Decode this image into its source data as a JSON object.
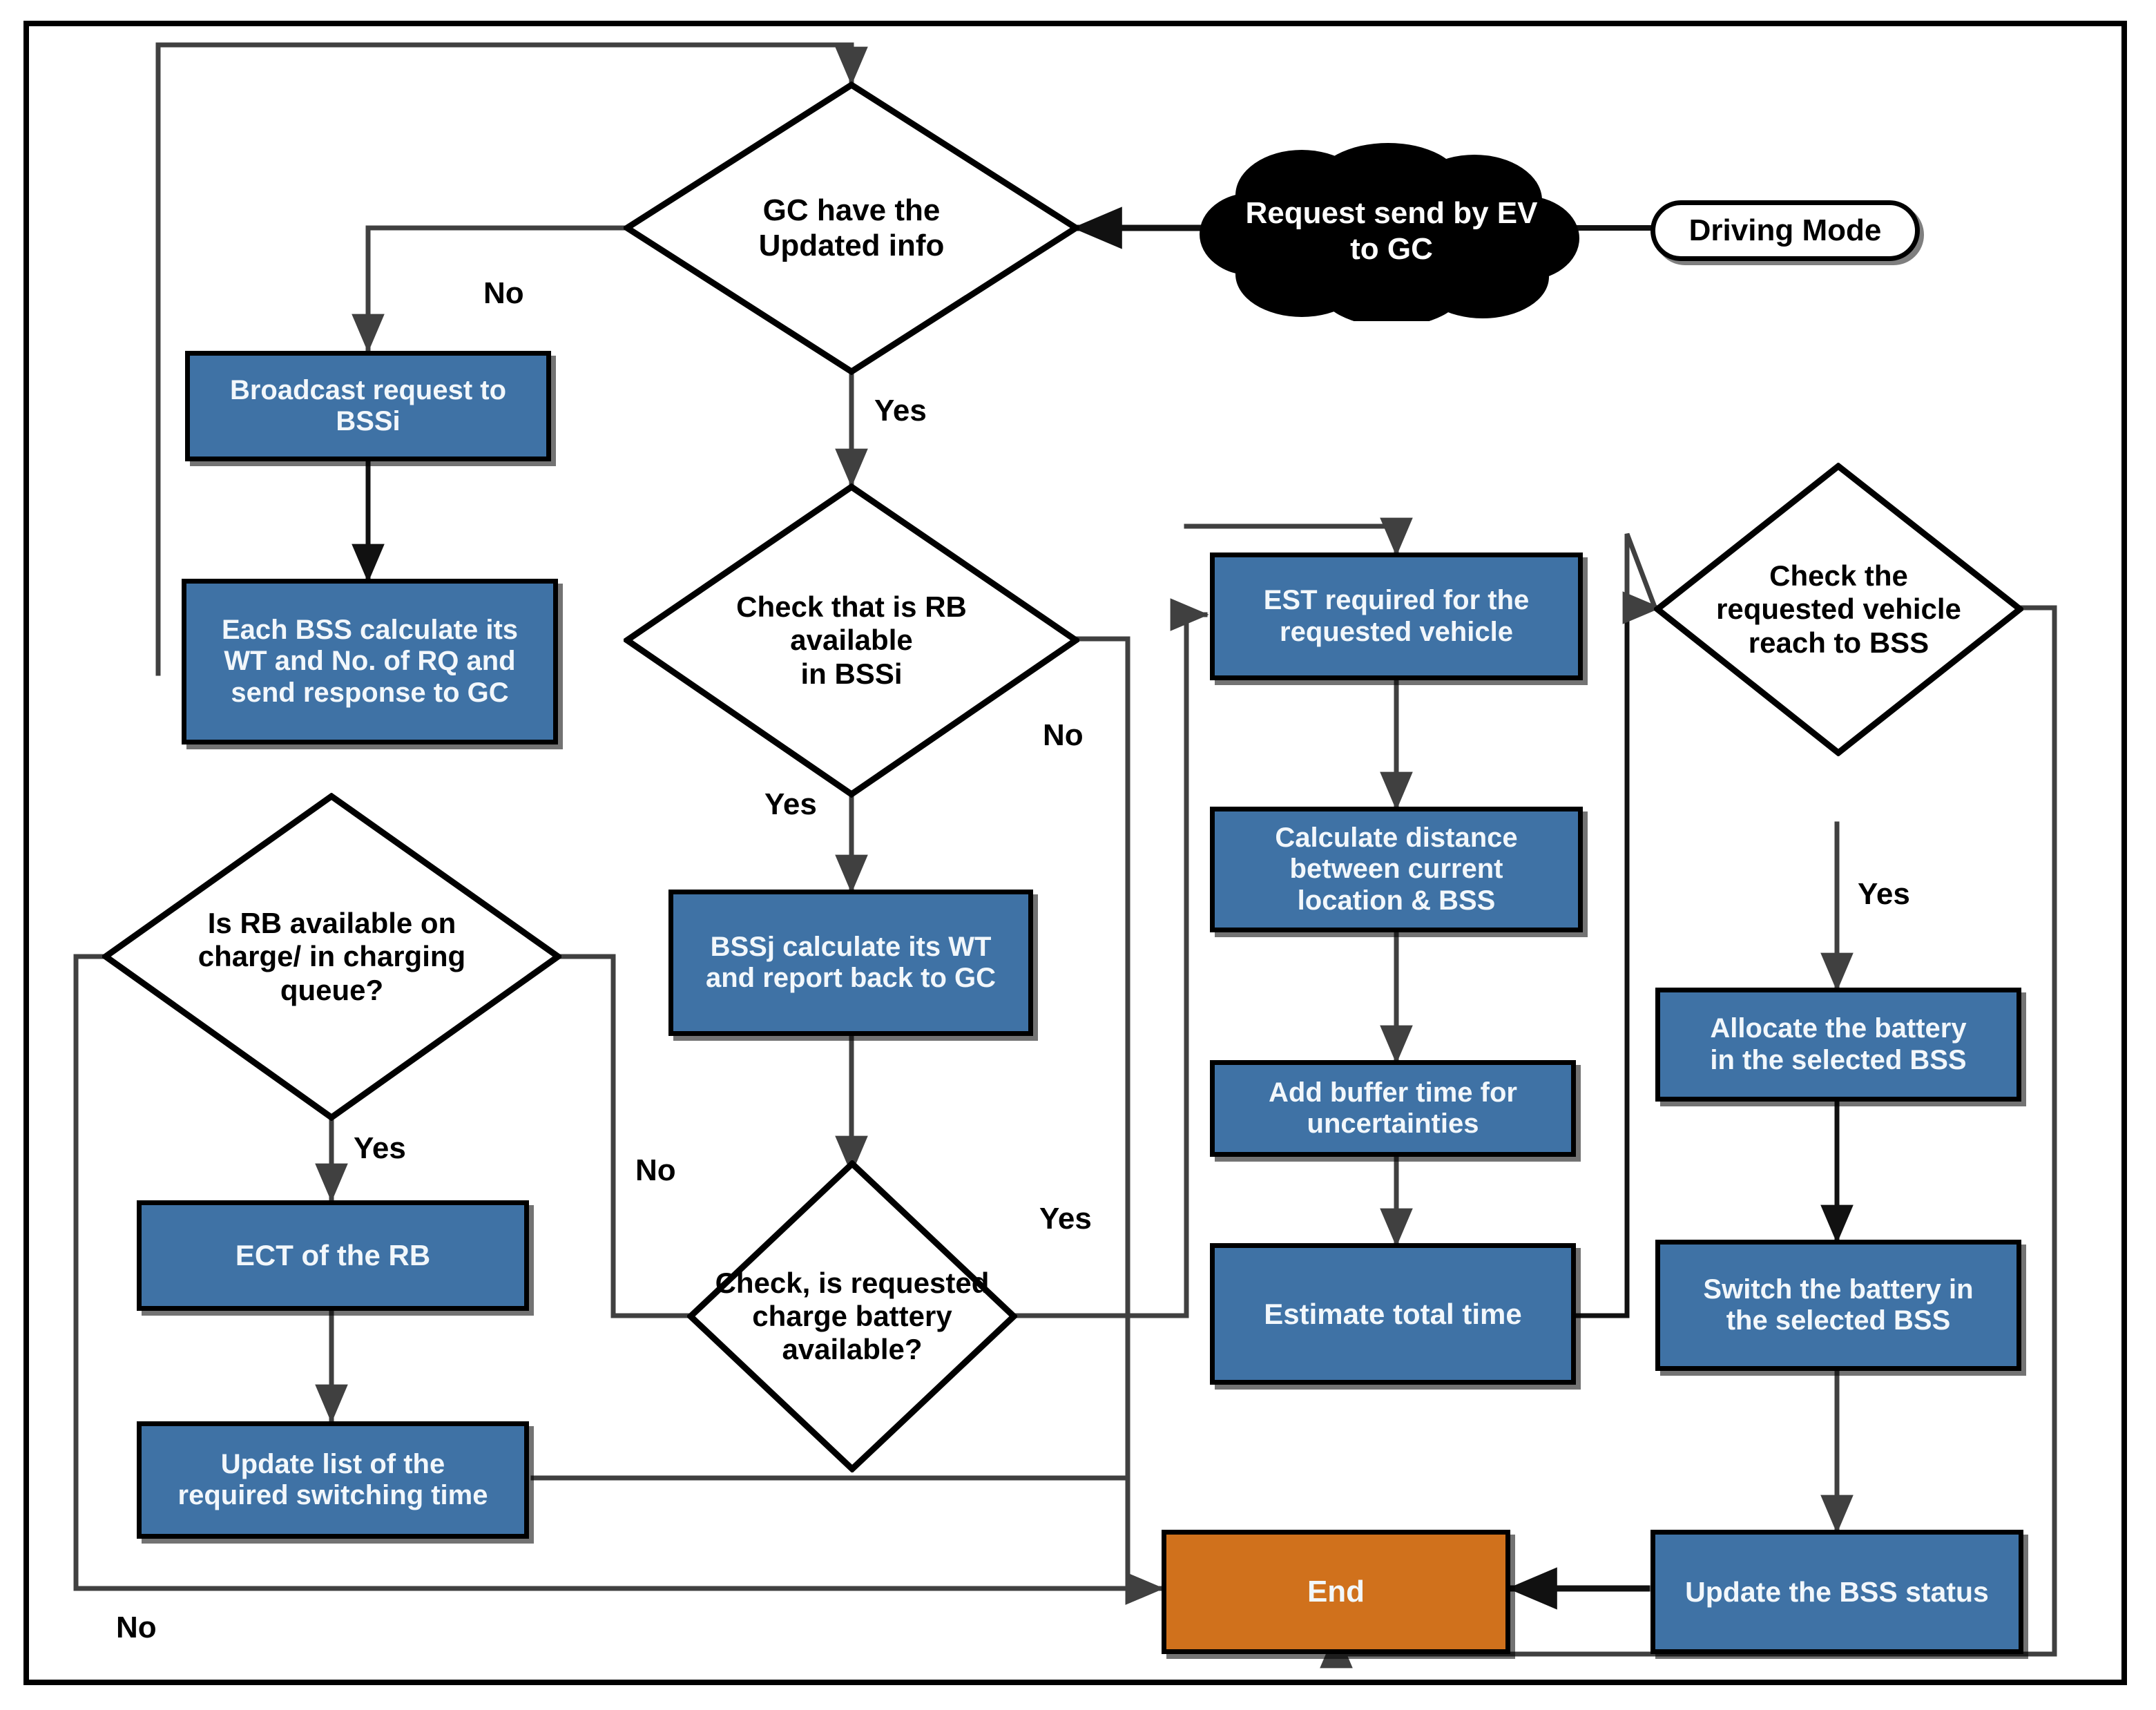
{
  "diagram": {
    "title": "EV Battery Swapping Station Request Flowchart",
    "colors": {
      "process_fill": "#3F72A5",
      "end_fill": "#D0711C",
      "cloud_fill": "#000000",
      "text_on_fill": "#F2F7FB",
      "stroke": "#000000",
      "connector": "#404040"
    }
  },
  "nodes": {
    "driving_mode": {
      "label": "Driving Mode",
      "shape": "rounded-pill"
    },
    "request_cloud": {
      "label": "Request send by EV\nto GC",
      "line1": "Request send by EV",
      "line2": "to GC",
      "shape": "cloud"
    },
    "gc_updated": {
      "line1": "GC have the",
      "line2": "Updated info",
      "shape": "decision"
    },
    "broadcast": {
      "line1": "Broadcast request to",
      "line2": "BSSi",
      "shape": "process"
    },
    "each_bss": {
      "line1": "Each BSS calculate its",
      "line2": "WT and No. of RQ and",
      "line3": "send response to GC",
      "shape": "process"
    },
    "check_rb": {
      "line1": "Check that is  RB",
      "line2": "available",
      "line3": "in BSSi",
      "shape": "decision"
    },
    "bssj_calc": {
      "line1": "BSSj calculate its  WT",
      "line2": "and report back to GC",
      "shape": "process"
    },
    "is_rb_charge": {
      "line1": "Is  RB available on",
      "line2": "charge/ in charging",
      "line3": "queue?",
      "shape": "decision"
    },
    "ect_rb": {
      "line1": "ECT of the RB",
      "shape": "process"
    },
    "update_list": {
      "line1": "Update  list of the",
      "line2": "required switching time",
      "shape": "process"
    },
    "check_charge_batt": {
      "line1": "Check, is requested",
      "line2": "charge battery",
      "line3": "available?",
      "shape": "decision"
    },
    "est_required": {
      "line1": "EST required for the",
      "line2": "requested vehicle",
      "shape": "process"
    },
    "calc_distance": {
      "line1": "Calculate distance",
      "line2": "between current",
      "line3": "location & BSS",
      "shape": "process"
    },
    "add_buffer": {
      "line1": "Add buffer time for",
      "line2": "uncertainties",
      "shape": "process"
    },
    "estimate_total": {
      "line1": "Estimate total time",
      "shape": "process"
    },
    "check_reach": {
      "line1": "Check the",
      "line2": "requested vehicle",
      "line3": "reach to BSS",
      "shape": "decision"
    },
    "allocate_battery": {
      "line1": "Allocate the battery",
      "line2": "in the selected BSS",
      "shape": "process"
    },
    "switch_battery": {
      "line1": "Switch the battery in",
      "line2": "the selected BSS",
      "shape": "process"
    },
    "update_bss_status": {
      "line1": "Update the BSS status",
      "shape": "process"
    },
    "end": {
      "line1": "End",
      "shape": "terminator"
    }
  },
  "edge_labels": {
    "gc_no": "No",
    "gc_yes": "Yes",
    "check_rb_yes": "Yes",
    "check_rb_no": "No",
    "is_rb_yes": "Yes",
    "is_rb_no": "No",
    "charge_batt_no": "No",
    "charge_batt_yes": "Yes",
    "reach_yes": "Yes"
  }
}
